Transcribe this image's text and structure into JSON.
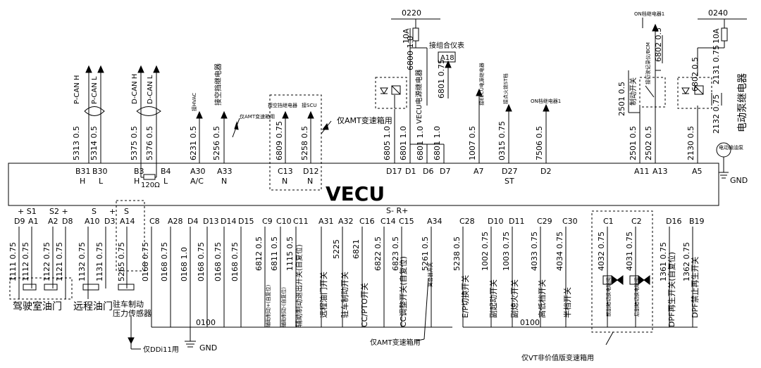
{
  "ecu_label": "VECU",
  "gnd_label": "GND",
  "top": {
    "p_can_h": {
      "wire": "5313 0.5",
      "pin": "B31",
      "level": "H",
      "signal": "P-CAN H"
    },
    "p_can_l": {
      "wire": "5314 0.5",
      "pin": "B30",
      "level": "L",
      "signal": "P-CAN L"
    },
    "d_can_h": {
      "wire": "5375 0.5",
      "pin": "B3",
      "level": "H",
      "signal": "D-CAN H"
    },
    "d_can_l": {
      "wire": "5376 0.5",
      "pin": "B4",
      "level": "L",
      "signal": "D-CAN L"
    },
    "resistor": "120Ω",
    "hvac": {
      "wire": "6231 0.5",
      "pin": "A30",
      "sub": "A/C",
      "signal": "接HVAC"
    },
    "air_relay": {
      "wire": "5256 0.5",
      "pin": "A33",
      "sub": "N",
      "signal": "接空挡继电器",
      "note": "仅AMT变速箱用"
    },
    "c13": {
      "wire": "6809 0.75",
      "pin": "C13",
      "sub": "N",
      "signal": "接空挡继电器"
    },
    "d12": {
      "wire": "5258 0.5",
      "pin": "D12",
      "sub": "N",
      "signal": "接SCU"
    },
    "amt_note": "仅AMT变速箱用",
    "d17": {
      "wire": "6805 1.0",
      "pin": "D17"
    },
    "d1": {
      "wire": "6801 1.0",
      "pin": "D1",
      "signal": "VECU电源继电器"
    },
    "d6": {
      "wire": "6801 1.0",
      "pin": "D6"
    },
    "d7": {
      "wire": "6801 1.0",
      "pin": "D7"
    },
    "a7": {
      "wire": "1007 0.5",
      "pin": "A7",
      "signal": "接EECU电源继电器"
    },
    "d27": {
      "wire": "0315 0.75",
      "pin": "D27",
      "sub": "ST",
      "signal": "接点火锁ST档"
    },
    "d2": {
      "wire": "7506 0.5",
      "pin": "D2",
      "signal": "ON档继电器1"
    },
    "fuse_left": {
      "bus": "0220",
      "rating": "10A",
      "wire_a": "6800 1.0",
      "wire_b": "6801 0.75",
      "signal": "接组合仪表",
      "box": "A18"
    },
    "a11": {
      "wire": "2501 0.5",
      "pin": "A11",
      "upper": "2501 0.5",
      "signal": "制动开关"
    },
    "a13": {
      "wire": "2502 0.5",
      "pin": "A13",
      "upper": "6802 0.5",
      "signal": "接行驶记录仪/BCM",
      "relay": "ON档继电器1"
    },
    "a5": {
      "wire": "2130 0.5",
      "pin": "A5",
      "signal": "电动泵继电器"
    },
    "fuse_right": {
      "bus": "0240",
      "rating": "10A",
      "wire_a": "6802 0.5",
      "wire_b": "2131 0.75",
      "wire_c": "2132 0.75"
    },
    "pump": "电动输油泵"
  },
  "bottom_headers": {
    "left_row1": [
      "+ S1",
      "S2 +",
      "S",
      "+",
      "S"
    ],
    "left_row2": [
      "D9",
      "A1",
      "A2",
      "D8",
      "A10",
      "D3",
      "A14"
    ],
    "mid_pins": [
      "C8",
      "A28",
      "D4",
      "D13",
      "D14",
      "D15",
      "C9",
      "C10",
      "C11",
      "A31",
      "A32",
      "C16",
      "C14",
      "C15",
      "A34",
      "C28",
      "D10",
      "D11",
      "C29",
      "C30",
      "C1",
      "C2",
      "D16",
      "B19"
    ],
    "sr": "S-  R+"
  },
  "bottom_wires": {
    "w1111": "1111 0.75",
    "w1112": "1112 0.75",
    "w1122": "1122 0.75",
    "w1121": "1121 0.75",
    "w1132": "1132 0.75",
    "w1131": "1131 0.75",
    "w5265": "5265 0.75",
    "w0168a": "0168 0.75",
    "w0168b": "0168 0.75",
    "w0168c": "0168 1.0",
    "w0168d": "0168 0.75",
    "w0168e": "0168 0.75",
    "w0168f": "0168 0.75",
    "w6812": "6812 0.5",
    "w6811": "6811 0.5",
    "w1115": "1115 0.5",
    "w5225": "5225",
    "w6821": "6821",
    "w6822": "6822 0.5",
    "w6823": "6823 0.5",
    "w5261": "5261 0.5",
    "w5238": "5238 0.5",
    "w1002": "1002 0.75",
    "w1003": "1003 0.75",
    "w4033": "4033 0.75",
    "w4034": "4034 0.75",
    "w4032": "4032 0.75",
    "w4031": "4031 0.75",
    "w1361": "1361 0.75",
    "w1362": "1362 0.75"
  },
  "bottom_labels": {
    "driver_pedal": "驾驶室油门",
    "remote_pedal": "远程油门",
    "parking_sensor": "驻车制动\n压力传感器",
    "parking_sensor_l1": "驻车制动",
    "parking_sensor_l2": "压力传感器",
    "ddi11": "仅DDi11用",
    "aux_brake_plus": "辅助制动+(自复位)",
    "aux_brake_minus": "辅助制动-(自复位)",
    "aux_brake_exit": "辅助制动退出开关(自复位)",
    "remote_switch": "远程油门开关",
    "park_switch": "驻车制动开关",
    "cc_pto": "CC/PTO开关",
    "cc_adjust": "CC调整开关(自复位)",
    "clutch": "离合器开关",
    "amt_note": "仅AMT变速箱用",
    "ep_switch": "E/P切换开关",
    "sub_start": "副起动开关",
    "sub_stop": "副熄火开关",
    "high_low": "高低档开关",
    "half_gear": "半档开关",
    "valve1": "前副箱切换电磁阀",
    "valve2": "后副箱切换电磁阀",
    "vt_note": "仅VT非价值版变速箱用",
    "dpf_regen": "DPF再生开关(自复位)",
    "dpf_ban": "DPF禁止再生开关",
    "bus0100a": "0100",
    "bus0100b": "0100",
    "gnd_bottom": "GND"
  }
}
